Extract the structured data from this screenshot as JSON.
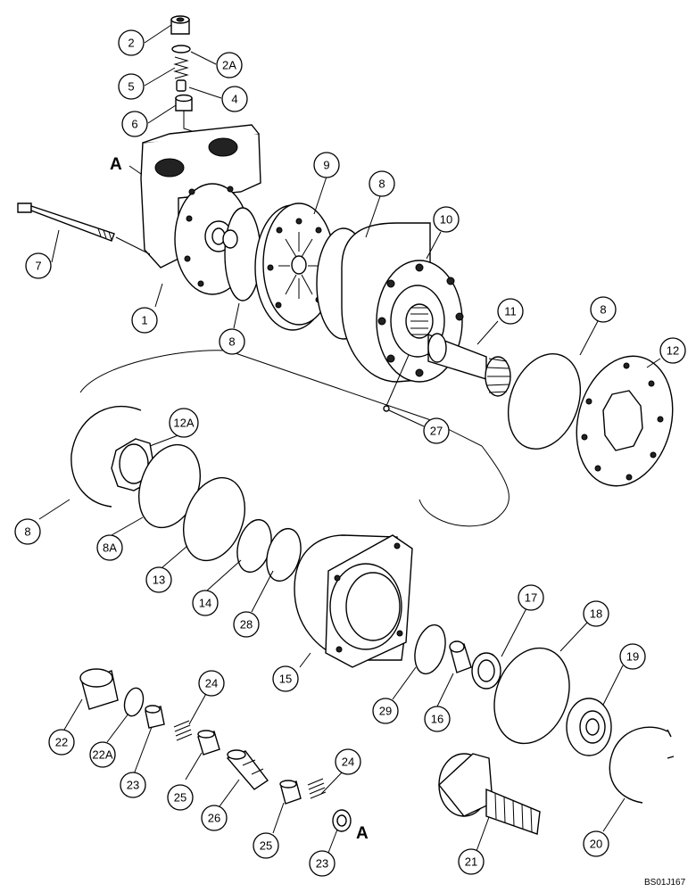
{
  "drawing_code": "BS01J167",
  "reference_letter": "A",
  "callouts": {
    "c2": "2",
    "c2A": "2A",
    "c5": "5",
    "c4": "4",
    "c6": "6",
    "c7": "7",
    "c1": "1",
    "c9": "9",
    "c8a": "8",
    "c8b": "8",
    "c10": "10",
    "c11": "11",
    "c8c": "8",
    "c12": "12",
    "c27": "27",
    "c12A": "12A",
    "c8d": "8",
    "c8A": "8A",
    "c13": "13",
    "c14": "14",
    "c28": "28",
    "c15": "15",
    "c17": "17",
    "c18": "18",
    "c29": "29",
    "c16": "16",
    "c19": "19",
    "c24a": "24",
    "c22": "22",
    "c22A": "22A",
    "c23a": "23",
    "c25a": "25",
    "c26": "26",
    "c24b": "24",
    "c25b": "25",
    "c23b": "23",
    "c21": "21",
    "c20": "20"
  }
}
